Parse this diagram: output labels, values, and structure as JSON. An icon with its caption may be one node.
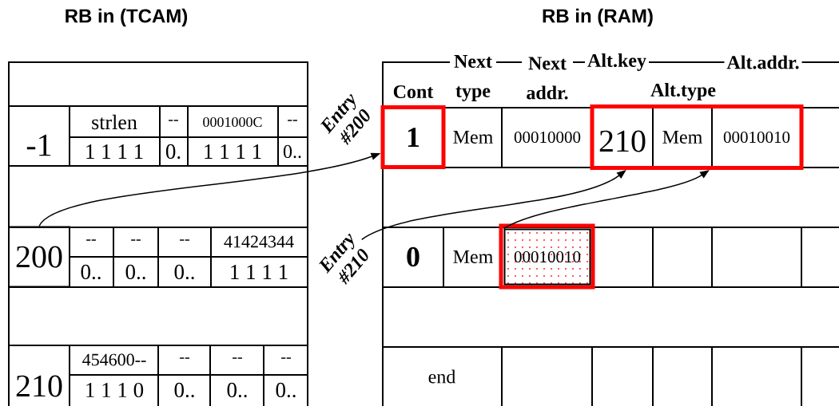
{
  "diagram": {
    "nodes": [
      {
        "text": [
          "1"
        ]
      },
      {
        "text": [],
        "shape": "box"
      },
      {
        "text": [
          "210"
        ],
        "in": 1
      },
      {
        "text": [
          "Mem"
        ],
        "in": 1
      },
      {
        "text": [
          "00010010"
        ],
        "in": 1
      },
      {
        "text": [
          "200"
        ]
      },
      {
        "text": [
          "Entry #210"
        ]
      },
      {
        "text": [
          "00010010"
        ]
      }
    ],
    "edges": [
      {
        "from": 5,
        "to": 0,
        "arrow": "to"
      },
      {
        "from": 6,
        "to": 1,
        "arrow": "to"
      },
      {
        "from": 7,
        "to": 1,
        "arrow": "to"
      }
    ],
    "labels": [
      "RB in (TCAM)",
      "RB in (RAM)",
      "Next type",
      "Next addr.",
      "Alt.key",
      "Alt.addr.",
      "Cont",
      "Alt.type",
      "-1",
      "strlen",
      "--",
      "0001000C",
      "--",
      "1 1 1 1",
      "0.",
      "1 1 1 1",
      "0..",
      "Entry #200",
      "Mem",
      "00010000",
      "--",
      "--",
      "--",
      "41424344",
      "0..",
      "0..",
      "0..",
      "1 1 1 1",
      "0",
      "Mem",
      "210",
      "454600--",
      "--",
      "--",
      "--",
      "1 1 1 0",
      "0..",
      "0..",
      "0..",
      "end"
    ]
  }
}
